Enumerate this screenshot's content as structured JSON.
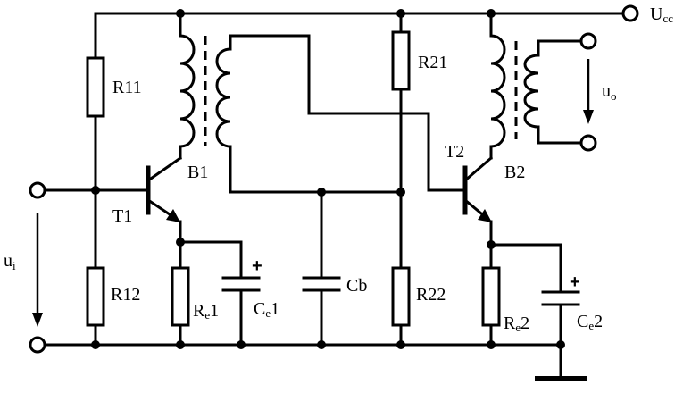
{
  "labels": {
    "vcc": {
      "main": "U",
      "sub": "cc"
    },
    "ui": {
      "main": "u",
      "sub": "i"
    },
    "uo": {
      "main": "u",
      "sub": "o"
    },
    "r11": "R11",
    "r12": "R12",
    "r21": "R21",
    "r22": "R22",
    "re1": {
      "main": "R",
      "sub": "e",
      "tail": "1"
    },
    "re2": {
      "main": "R",
      "sub": "e",
      "tail": "2"
    },
    "ce1": {
      "main": "C",
      "sub": "e",
      "tail": "1"
    },
    "ce2": {
      "main": "C",
      "sub": "e",
      "tail": "2"
    },
    "cb": "Cb",
    "b1": "B1",
    "b2": "B2",
    "t1": "T1",
    "t2": "T2",
    "plus_ce1": "+",
    "plus_ce2": "+"
  }
}
